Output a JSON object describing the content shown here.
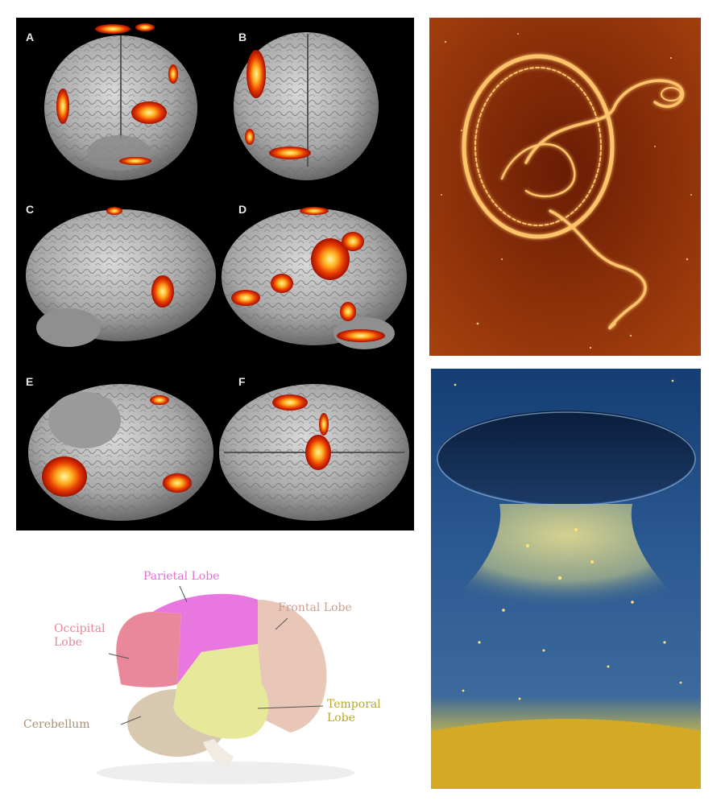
{
  "fmri_figure": {
    "panel_labels": [
      "A",
      "B",
      "C",
      "D",
      "E",
      "F"
    ]
  },
  "lobe_diagram": {
    "labels": {
      "parietal": "Parietal Lobe",
      "frontal": "Frontal Lobe",
      "occipital": "Occipital\nLobe",
      "temporal": "Temporal\nLobe",
      "cerebellum": "Cerebellum"
    },
    "colors": {
      "parietal": "#e878e0",
      "frontal": "#e8c6b8",
      "occipital": "#e8889a",
      "temporal": "#e6e89a",
      "cerebellum": "#d8c8b0",
      "occipital_label": "#e28896",
      "parietal_label": "#e070d8",
      "frontal_label": "#c8a090",
      "temporal_label": "#b8a630",
      "cerebellum_label": "#a89078"
    }
  }
}
